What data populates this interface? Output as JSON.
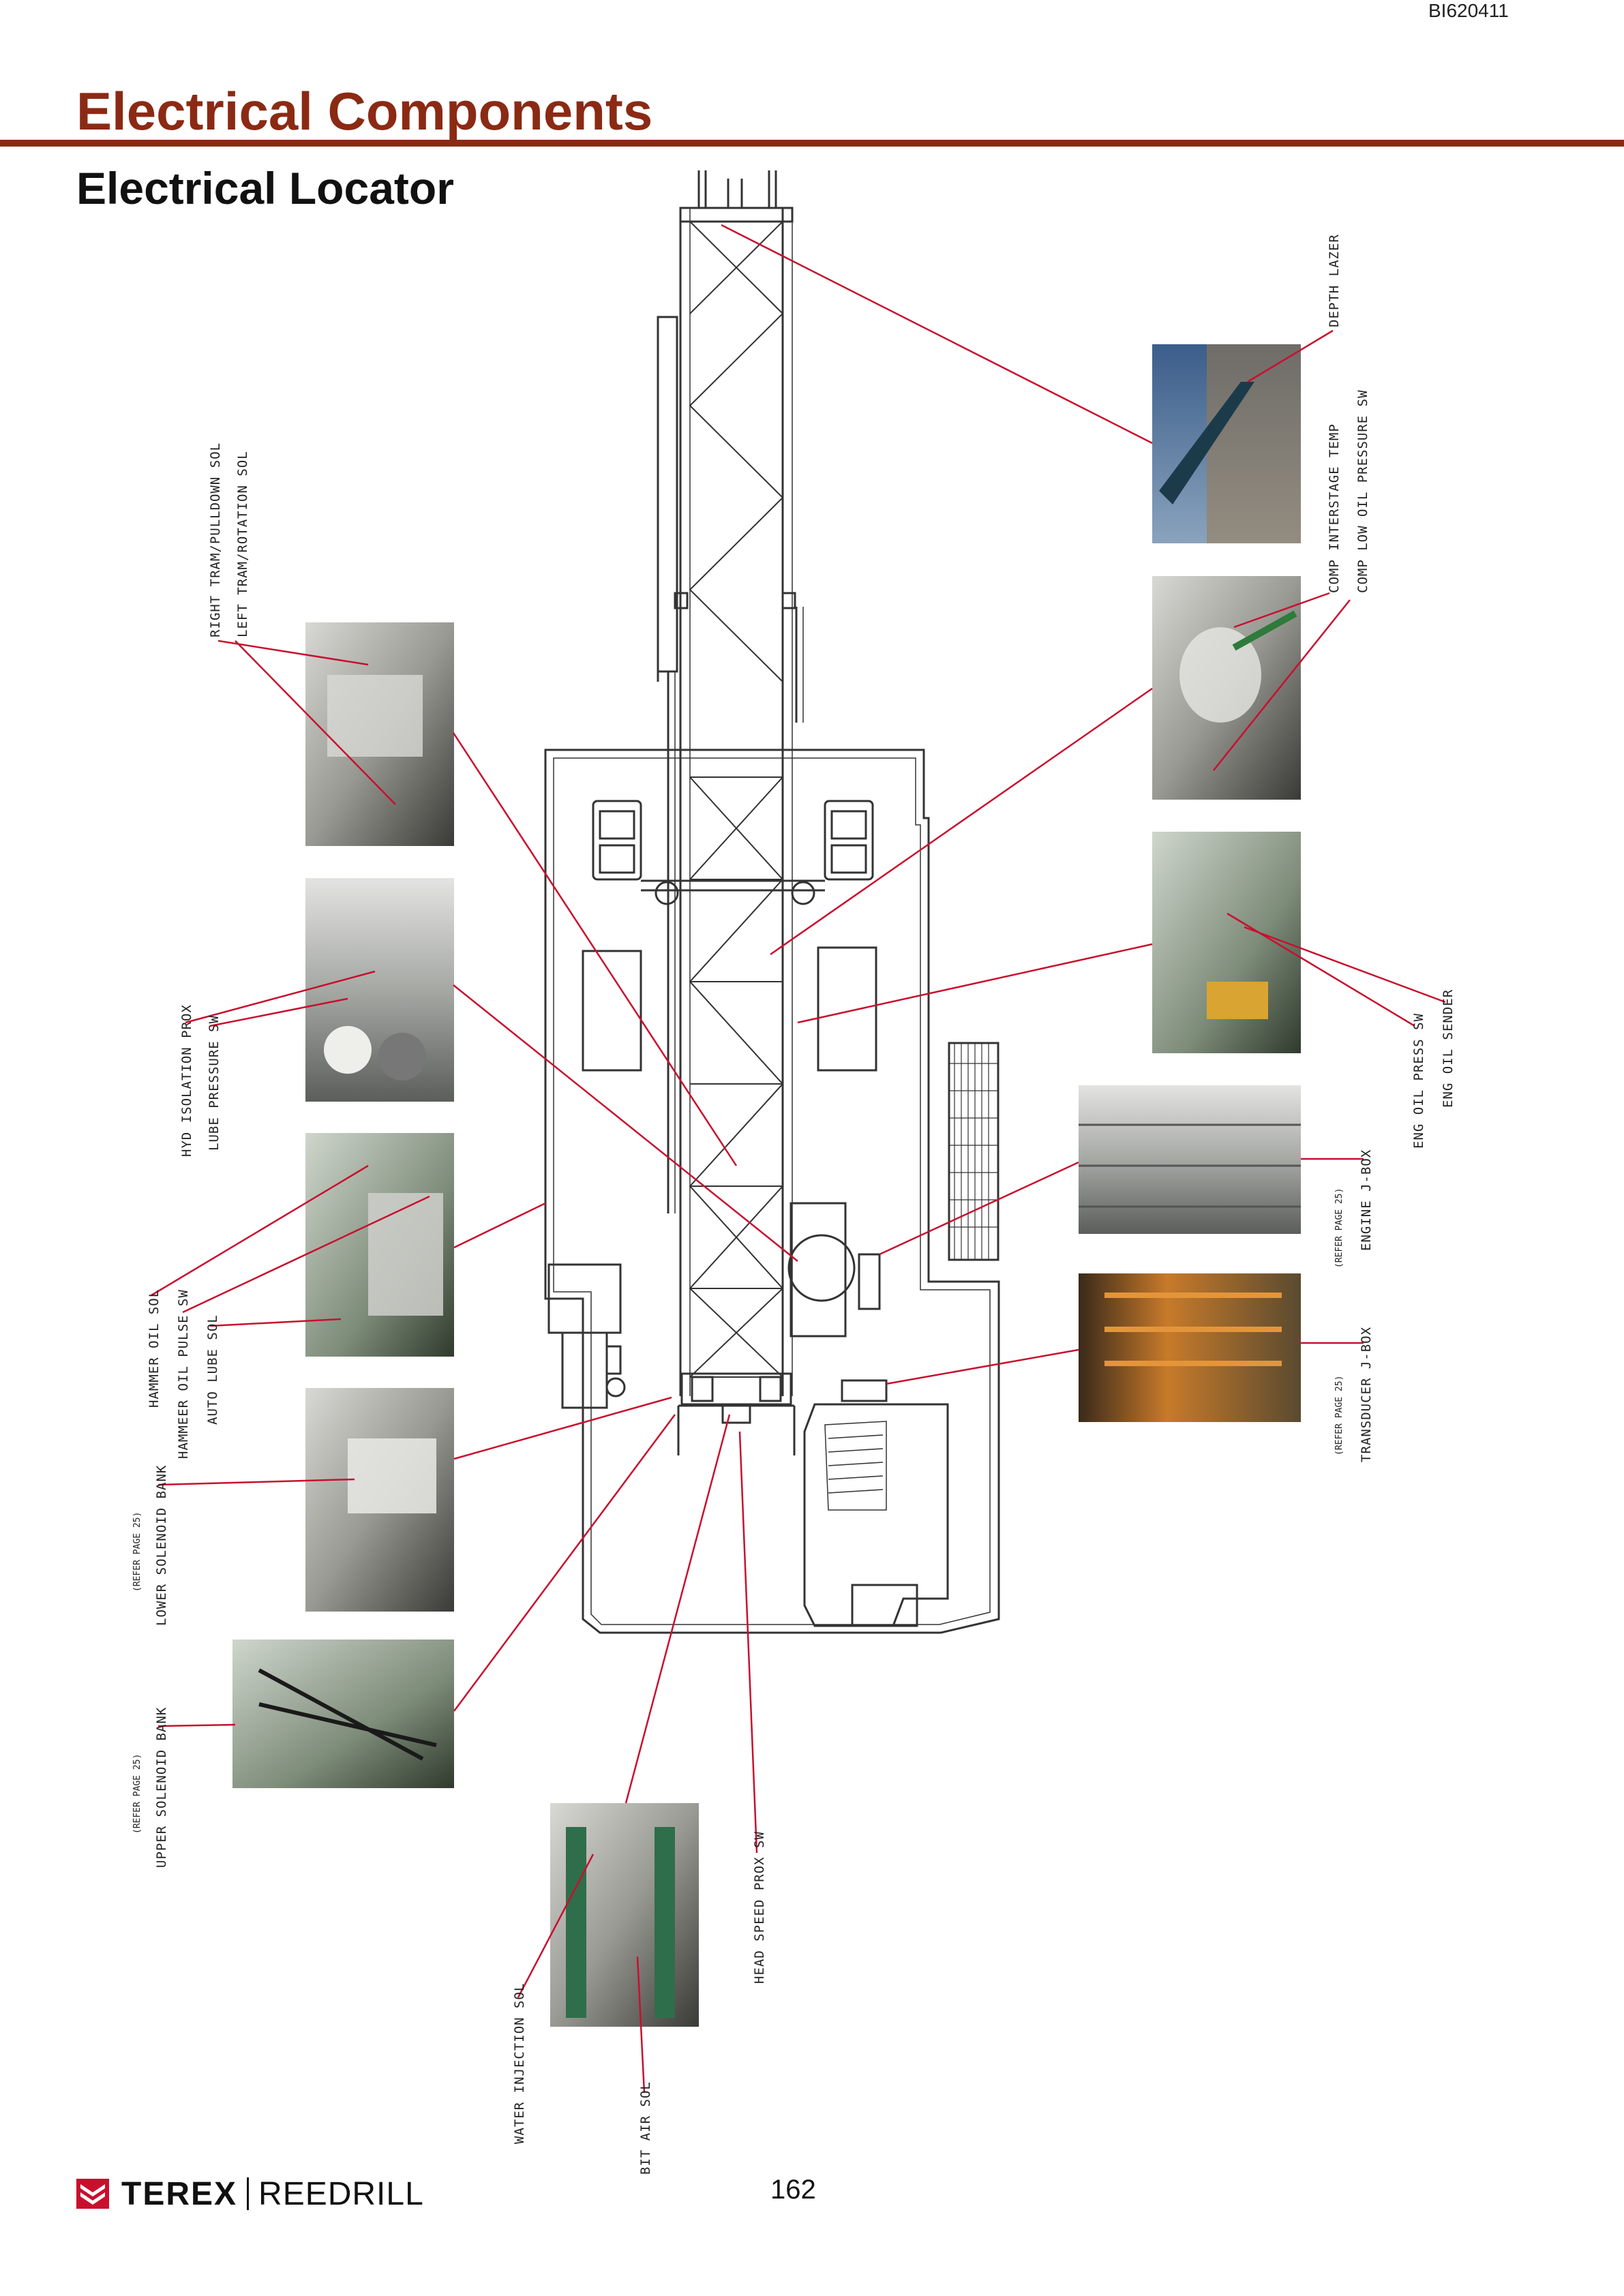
{
  "header": {
    "doc_id": "BI620411",
    "title": "Electrical Components",
    "subtitle": "Electrical Locator"
  },
  "footer": {
    "brand_primary": "TEREX",
    "brand_secondary": "REEDRILL",
    "page_number": "162"
  },
  "colors": {
    "title": "#8b2a14",
    "rule": "#8b2a14",
    "callout_line": "#c8102e",
    "drawing_line": "#333333"
  },
  "labels": {
    "depth_lazer": "DEPTH LAZER",
    "comp_interstage_temp": "COMP INTERSTAGE TEMP",
    "comp_low_oil_pressure_sw": "COMP LOW OIL PRESSURE SW",
    "right_tram_pulldown_sol": "RIGHT TRAM/PULLDOWN SOL",
    "left_tram_rotation_sol": "LEFT TRAM/ROTATION SOL",
    "eng_oil_press_sw": "ENG OIL PRESS SW",
    "eng_oil_sender": "ENG OIL SENDER",
    "hyd_isolation_prox": "HYD ISOLATION PROX",
    "lube_pressure_sw": "LUBE PRESSURE SW",
    "engine_jbox_ref": "(REFER PAGE 25)",
    "engine_jbox": "ENGINE J-BOX",
    "hammer_oil_sol": "HAMMER OIL SOL",
    "hammer_oil_pulse_sw": "HAMMEER OIL PULSE SW",
    "auto_lube_sol": "AUTO LUBE SOL",
    "transducer_jbox_ref": "(REFER PAGE 25)",
    "transducer_jbox": "TRANSDUCER J-BOX",
    "lower_solenoid_ref": "(REFER PAGE 25)",
    "lower_solenoid_bank": "LOWER SOLENOID BANK",
    "upper_solenoid_ref": "(REFER PAGE 25)",
    "upper_solenoid_bank": "UPPER SOLENOID BANK",
    "head_speed_prox_sw": "HEAD SPEED PROX SW",
    "water_injection_sol": "WATER INJECTION SOL",
    "bit_air_sol": "BIT AIR SOL"
  }
}
